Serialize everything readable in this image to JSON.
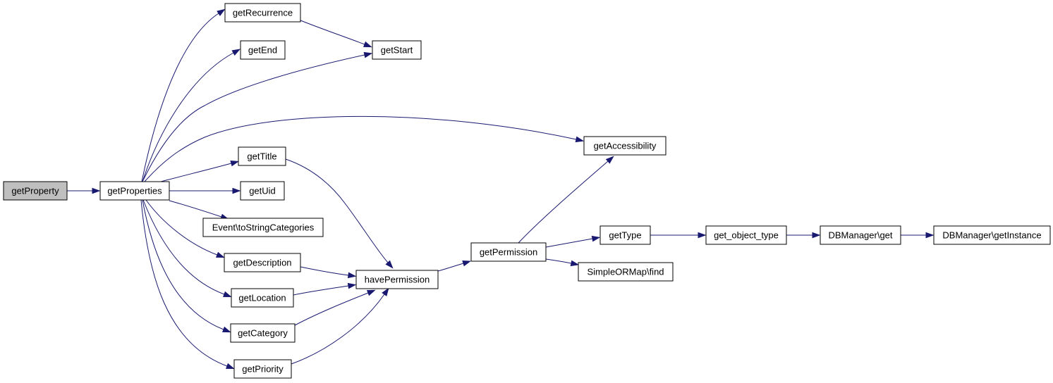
{
  "colors": {
    "edge": "#191970",
    "root_fill": "#bfbfbf",
    "node_fill": "#ffffff",
    "node_border": "#000000"
  },
  "nodes": [
    {
      "id": "getProperty",
      "label": "getProperty",
      "root": true
    },
    {
      "id": "getProperties",
      "label": "getProperties"
    },
    {
      "id": "getRecurrence",
      "label": "getRecurrence"
    },
    {
      "id": "getEnd",
      "label": "getEnd"
    },
    {
      "id": "getStart",
      "label": "getStart"
    },
    {
      "id": "getAccessibility",
      "label": "getAccessibility"
    },
    {
      "id": "getTitle",
      "label": "getTitle"
    },
    {
      "id": "getUid",
      "label": "getUid"
    },
    {
      "id": "toStringCategories",
      "label": "Event\\toStringCategories"
    },
    {
      "id": "getDescription",
      "label": "getDescription"
    },
    {
      "id": "getLocation",
      "label": "getLocation"
    },
    {
      "id": "getCategory",
      "label": "getCategory"
    },
    {
      "id": "getPriority",
      "label": "getPriority"
    },
    {
      "id": "havePermission",
      "label": "havePermission"
    },
    {
      "id": "getPermission",
      "label": "getPermission"
    },
    {
      "id": "getType",
      "label": "getType"
    },
    {
      "id": "find",
      "label": "SimpleORMap\\find"
    },
    {
      "id": "get_object_type",
      "label": "get_object_type"
    },
    {
      "id": "dbget",
      "label": "DBManager\\get"
    },
    {
      "id": "getInstance",
      "label": "DBManager\\getInstance"
    }
  ],
  "edges": [
    {
      "from": "getProperty",
      "to": "getProperties"
    },
    {
      "from": "getProperties",
      "to": "getRecurrence"
    },
    {
      "from": "getProperties",
      "to": "getEnd"
    },
    {
      "from": "getProperties",
      "to": "getStart"
    },
    {
      "from": "getProperties",
      "to": "getAccessibility"
    },
    {
      "from": "getProperties",
      "to": "getTitle"
    },
    {
      "from": "getProperties",
      "to": "getUid"
    },
    {
      "from": "getProperties",
      "to": "toStringCategories"
    },
    {
      "from": "getProperties",
      "to": "getDescription"
    },
    {
      "from": "getProperties",
      "to": "getLocation"
    },
    {
      "from": "getProperties",
      "to": "getCategory"
    },
    {
      "from": "getProperties",
      "to": "getPriority"
    },
    {
      "from": "getRecurrence",
      "to": "getStart"
    },
    {
      "from": "getTitle",
      "to": "havePermission"
    },
    {
      "from": "getDescription",
      "to": "havePermission"
    },
    {
      "from": "getLocation",
      "to": "havePermission"
    },
    {
      "from": "getCategory",
      "to": "havePermission"
    },
    {
      "from": "getPriority",
      "to": "havePermission"
    },
    {
      "from": "havePermission",
      "to": "getPermission"
    },
    {
      "from": "getPermission",
      "to": "getAccessibility"
    },
    {
      "from": "getPermission",
      "to": "getType"
    },
    {
      "from": "getPermission",
      "to": "find"
    },
    {
      "from": "getType",
      "to": "get_object_type"
    },
    {
      "from": "get_object_type",
      "to": "dbget"
    },
    {
      "from": "dbget",
      "to": "getInstance"
    }
  ]
}
